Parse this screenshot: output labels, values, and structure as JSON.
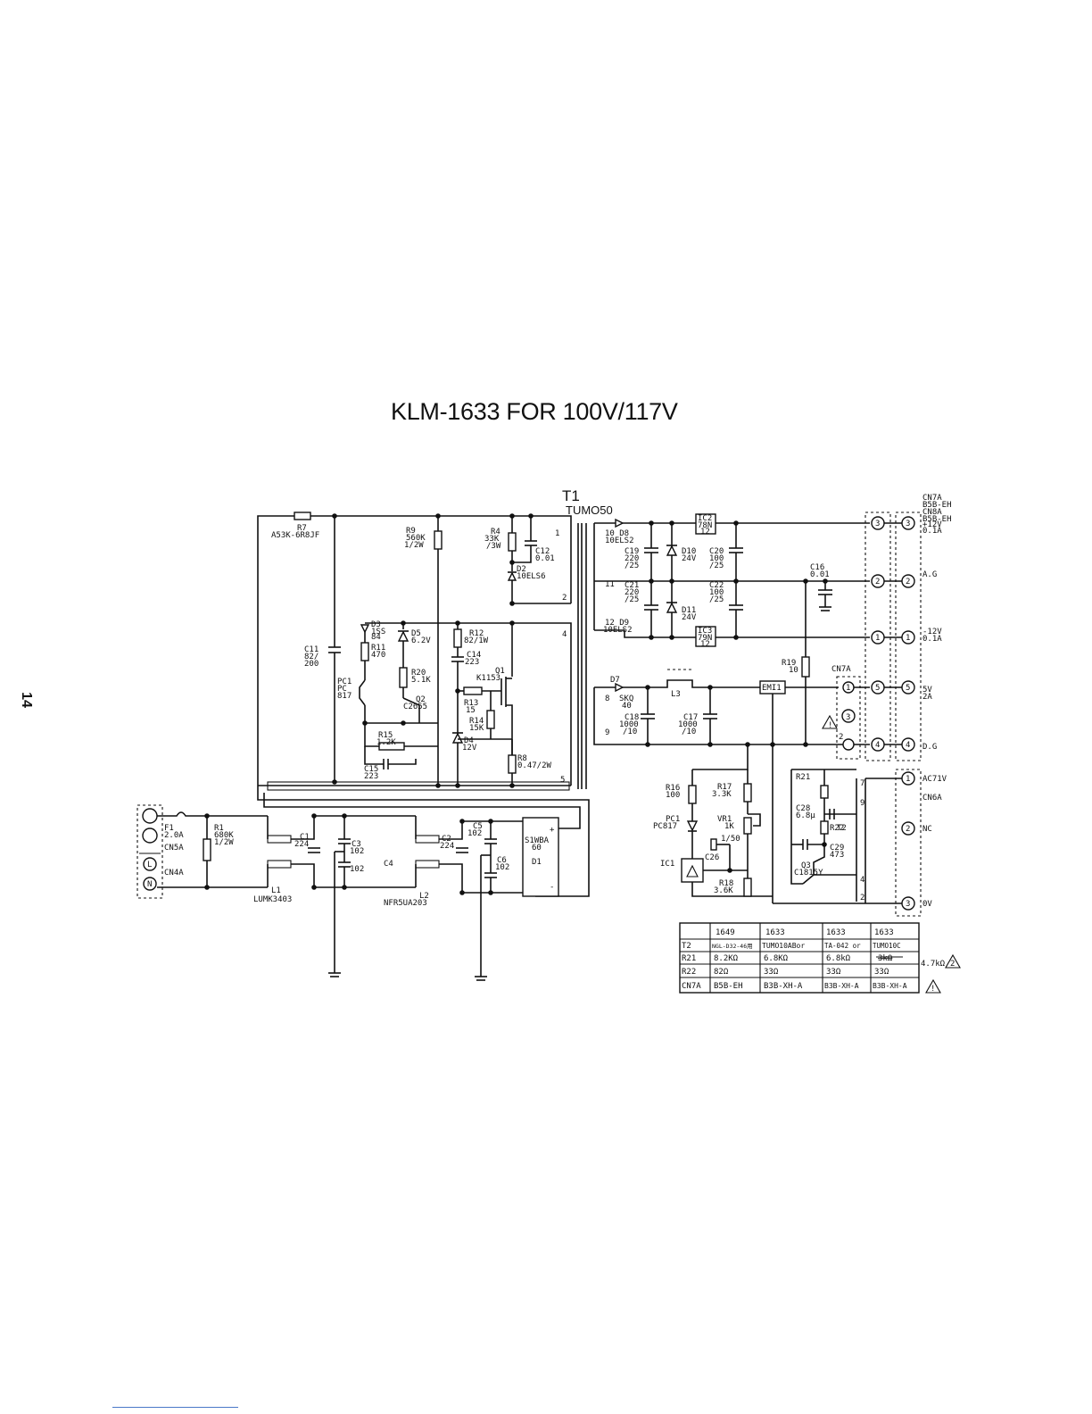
{
  "title": "KLM-1633 FOR 100V/117V",
  "page_number": "14",
  "transformer": {
    "ref": "T1",
    "part": "TUMO50"
  },
  "labels": {
    "r7": "R7",
    "r7v": "A53K-6R8JF",
    "r9": "R9",
    "r9v1": "560K",
    "r9v2": "1/2W",
    "r4": "R4",
    "r4v1": "33K",
    "r4v2": "/3W",
    "c12": "C12",
    "c12v": "0.01",
    "d2": "D2",
    "d2v": "10ELS6",
    "d3": "D3",
    "d3v1": "1SS",
    "d3v2": "84",
    "d5": "D5",
    "d5v": "6.2V",
    "r11": "R11",
    "r11v": "470",
    "r12": "R12",
    "r12v": "82/1W",
    "c14": "C14",
    "c14v": "223",
    "q1": "Q1",
    "q1v": "K1153",
    "c11": "C11",
    "c11v1": "82/",
    "c11v2": "200",
    "pc1": "PC1",
    "pc1v1": "PC",
    "pc1v2": "817",
    "r20": "R20",
    "r20v": "5.1K",
    "q2": "Q2",
    "q2v": "C2655",
    "r13": "R13",
    "r13v": "15",
    "r14": "R14",
    "r14v": "15K",
    "d4": "D4",
    "d4v": "12V",
    "r15": "R15",
    "r15v": "1.2K",
    "c15": "C15",
    "c15v": "223",
    "r8": "R8",
    "r8v": "0.47/2W",
    "d8": "10 D8",
    "d8v": "10ELS2",
    "c19": "C19",
    "c19v1": "220",
    "c19v2": "/25",
    "d10": "D10",
    "d10v": "24V",
    "ic2": "IC2",
    "ic2v1": "78N",
    "ic2v2": "12",
    "c20": "C20",
    "c20v1": "100",
    "c20v2": "/25",
    "c21": "C21",
    "c21v1": "220",
    "c21v2": "/25",
    "d11": "D11",
    "d11v": "24V",
    "c22": "C22",
    "c22v1": "100",
    "c22v2": "/25",
    "c16": "C16",
    "c16v": "0.01",
    "d9": "12 D9",
    "d9v": "10ELS2",
    "ic3": "IC3",
    "ic3v1": "79N",
    "ic3v2": "12",
    "r19": "R19",
    "r19v": "10",
    "cn7a": "CN7A",
    "d7": "D7",
    "d7v1": "SKQ",
    "d7v2": "40",
    "l3": "L3",
    "c18": "C18",
    "c18v1": "1000",
    "c18v2": "/10",
    "c17": "C17",
    "c17v1": "1000",
    "c17v2": "/10",
    "emi1": "EMI1",
    "r16": "R16",
    "r16v": "100",
    "r17": "R17",
    "r17v": "3.3K",
    "r21": "R21",
    "c28": "C28",
    "c28v": "6.8μ",
    "r22": "R22",
    "pc1b": "PC1",
    "pc1bv": "PC817",
    "vr1": "VR1",
    "vr1v": "1K",
    "c26": "C26",
    "c26v": "1/50",
    "ic1": "IC1",
    "c29": "C29",
    "c29v": "473",
    "q3": "Q3",
    "q3v": "C1815Y",
    "r18": "R18",
    "r18v": "3.6K",
    "t2": "T2",
    "f1": "F1",
    "f1v": "2.0A",
    "cn5a": "CN5A",
    "cn4a": "CN4A",
    "r1": "R1",
    "r1v1": "680K",
    "r1v2": "1/2W",
    "c1": "C1",
    "c1v": "224",
    "c3": "C3",
    "c3v": "102",
    "c3b": "102",
    "c4": "C4",
    "c2": "C2",
    "c2v": "224",
    "c5": "C5",
    "c5v": "102",
    "c6": "C6",
    "c6v": "102",
    "d1": "D1",
    "d1v1": "S1WBA",
    "d1v2": "60",
    "l1": "L1",
    "l1v": "LUMK3403",
    "l2": "L2",
    "l2v": "NFR5UA203"
  },
  "pins": {
    "p3": "3",
    "p2": "2",
    "p1": "1",
    "p5": "5",
    "p4": "4"
  },
  "winding_numbers": {
    "w1": "1",
    "w2": "2",
    "w4": "4",
    "w5": "5",
    "w8": "8",
    "w9": "9",
    "w11": "11",
    "w7": "7",
    "wt9": "9",
    "wt4": "4",
    "wt2": "2"
  },
  "outputs": {
    "header": [
      "CN7A",
      "B5B-EH",
      "CN8A",
      "B5B-EH"
    ],
    "plus12": "+12V",
    "plus12a": "0.1A",
    "ag": "A.G",
    "minus12": "-12V",
    "minus12a": "0.1A",
    "plus5": "5V",
    "plus5a": "2A",
    "dg": "D.G",
    "ac71": "AC71V",
    "cn6a": "CN6A",
    "nc": "NC",
    "ov": "0V"
  },
  "table": {
    "header": [
      "",
      "1649",
      "1633",
      "1633",
      "1633"
    ],
    "rows": [
      [
        "T2",
        "NGL-D32-46用",
        "TUMO10ABor",
        "TA-042 or",
        "TUMO10C"
      ],
      [
        "R21",
        "8.2KΩ",
        "6.8KΩ",
        "6.8kΩ",
        "3kΩ"
      ],
      [
        "R22",
        "82Ω",
        "33Ω",
        "33Ω",
        "33Ω"
      ],
      [
        "CN7A",
        "B5B-EH",
        "B3B-XH-A",
        "B3B-XH-A",
        "B3B-XH-A"
      ]
    ],
    "side_note": "4.7kΩ",
    "warn2": "2"
  }
}
